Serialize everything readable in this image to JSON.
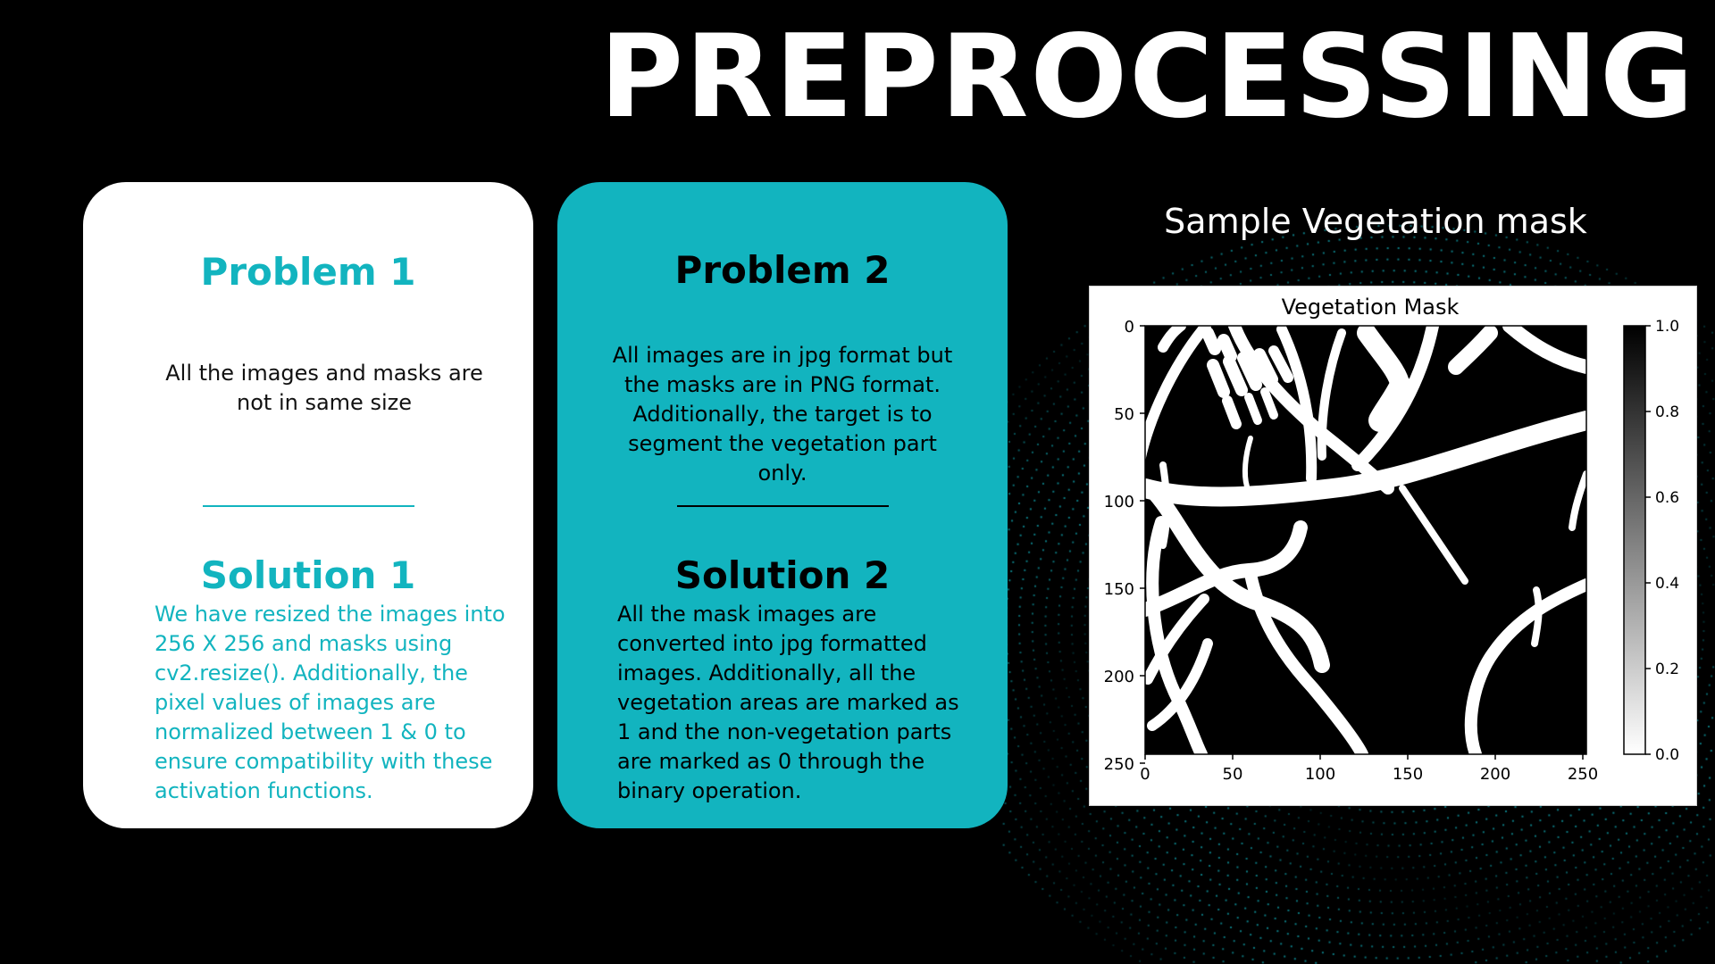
{
  "slide": {
    "title": "PREPROCESSING",
    "accent_color": "#12b4bf"
  },
  "cards": {
    "problem1": {
      "heading": "Problem 1",
      "text": "All the images and masks are not in same size"
    },
    "solution1": {
      "heading": "Solution 1",
      "text": "We have resized the images into 256 X 256 and masks using cv2.resize(). Additionally, the pixel values of images are normalized between 1 & 0  to ensure compatibility with these activation functions."
    },
    "problem2": {
      "heading": "Problem 2",
      "text": "All images are in jpg format but the masks are in PNG format. Additionally, the target is to segment the vegetation part only."
    },
    "solution2": {
      "heading": "Solution 2",
      "text": "All the mask images are converted into jpg formatted images. Additionally, all the vegetation areas are marked as 1 and the non-vegetation parts are marked as 0 through the binary operation."
    }
  },
  "figure": {
    "caption": "Sample Vegetation mask",
    "plot_title": "Vegetation Mask",
    "x_ticks": [
      "0",
      "50",
      "100",
      "150",
      "200",
      "250"
    ],
    "y_ticks": [
      "0",
      "50",
      "100",
      "150",
      "200",
      "250"
    ],
    "colorbar_ticks": [
      "1.0",
      "0.8",
      "0.6",
      "0.4",
      "0.2",
      "0.0"
    ],
    "colormap": "binary (white = 0.0, black = 1.0)"
  }
}
